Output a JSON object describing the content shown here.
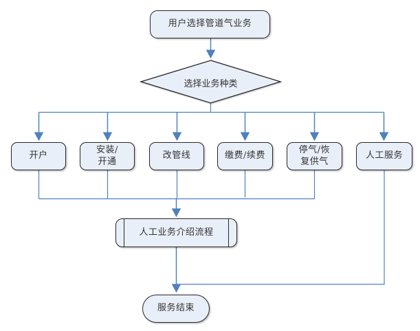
{
  "colors": {
    "background": "#ffffff",
    "connector": "#4f81bd",
    "node_fill": "#e9eff8",
    "node_border": "#262626",
    "text": "#333333"
  },
  "nodes": {
    "start": "用户选择管道气业务",
    "decision": "选择业务种类",
    "process": "人工业务介绍流程",
    "end": "服务结束"
  },
  "branches": [
    {
      "label": "开户"
    },
    {
      "label": "安装/\n开通"
    },
    {
      "label": "改管线"
    },
    {
      "label": "缴费/续费"
    },
    {
      "label": "停气/恢\n复供气"
    },
    {
      "label": "人工服务"
    }
  ]
}
